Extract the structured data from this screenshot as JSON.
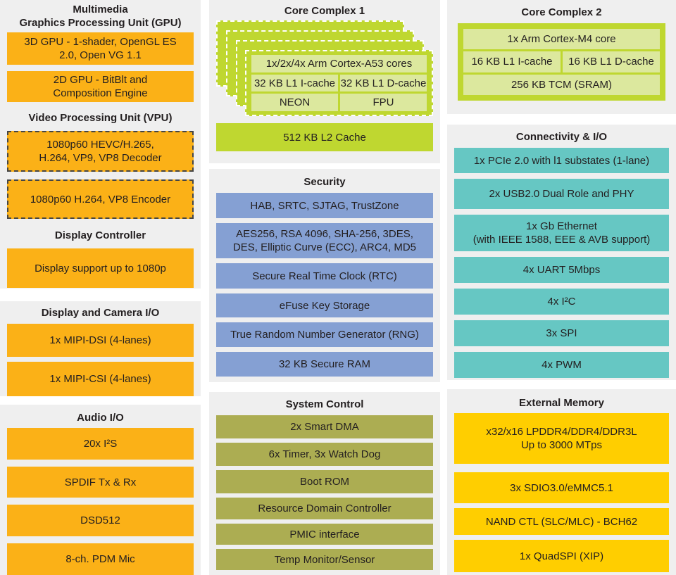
{
  "palette": {
    "panel_bg": "#efefef",
    "multimedia_orange": "#fbb117",
    "memory_yellow": "#ffce00",
    "core_green": "#bfd730",
    "core_green_light": "#dce89e",
    "security_blue": "#85a0d3",
    "system_olive": "#acad52",
    "connectivity_teal": "#66c7c3",
    "text": "#231f20"
  },
  "left": {
    "gpu": {
      "title": "Multimedia\nGraphics Processing Unit (GPU)",
      "blocks": [
        "3D GPU - 1-shader, OpenGL ES\n2.0, Open VG 1.1",
        "2D GPU - BitBlt and\nComposition Engine"
      ]
    },
    "vpu": {
      "title": "Video Processing Unit (VPU)",
      "blocks": [
        "1080p60 HEVC/H.265,\nH.264, VP9, VP8 Decoder",
        "1080p60 H.264, VP8 Encoder"
      ]
    },
    "display_controller": {
      "title": "Display Controller",
      "blocks": [
        "Display support up to 1080p"
      ]
    },
    "display_camera_io": {
      "title": "Display and Camera I/O",
      "blocks": [
        "1x MIPI-DSI (4-lanes)",
        "1x MIPI-CSI (4-lanes)"
      ]
    },
    "audio_io": {
      "title": "Audio I/O",
      "blocks": [
        "20x I²S",
        "SPDIF Tx & Rx",
        "DSD512",
        "8-ch. PDM Mic"
      ]
    }
  },
  "middle": {
    "core_complex_1": {
      "title": "Core Complex 1",
      "card": {
        "row1": "1x/2x/4x Arm Cortex-A53 cores",
        "row2": [
          "32 KB L1 I-cache",
          "32 KB L1 D-cache"
        ],
        "row3": [
          "NEON",
          "FPU"
        ]
      },
      "l2_cache": "512 KB L2 Cache"
    },
    "security": {
      "title": "Security",
      "blocks": [
        "HAB, SRTC, SJTAG, TrustZone",
        "AES256, RSA 4096, SHA-256, 3DES,\nDES, Elliptic Curve (ECC), ARC4, MD5",
        "Secure Real Time Clock (RTC)",
        "eFuse Key Storage",
        "True Random Number Generator (RNG)",
        "32 KB Secure RAM"
      ]
    },
    "system_control": {
      "title": "System Control",
      "blocks": [
        "2x Smart DMA",
        "6x Timer, 3x Watch Dog",
        "Boot ROM",
        "Resource Domain Controller",
        "PMIC interface",
        "Temp Monitor/Sensor"
      ]
    }
  },
  "right": {
    "core_complex_2": {
      "title": "Core Complex 2",
      "card": {
        "row1": "1x Arm Cortex-M4 core",
        "row2": [
          "16 KB L1 I-cache",
          "16 KB L1 D-cache"
        ],
        "row3": "256 KB TCM (SRAM)"
      }
    },
    "connectivity": {
      "title": "Connectivity & I/O",
      "blocks": [
        "1x PCIe 2.0 with l1 substates (1-lane)",
        "2x USB2.0 Dual Role and PHY",
        "1x Gb Ethernet\n(with IEEE 1588, EEE & AVB support)",
        "4x UART 5Mbps",
        "4x I²C",
        "3x SPI",
        "4x PWM"
      ]
    },
    "external_memory": {
      "title": "External Memory",
      "blocks": [
        "x32/x16 LPDDR4/DDR4/DDR3L\nUp to 3000 MTps",
        "3x SDIO3.0/eMMC5.1",
        "NAND CTL (SLC/MLC) - BCH62",
        "1x QuadSPI (XIP)"
      ]
    }
  }
}
